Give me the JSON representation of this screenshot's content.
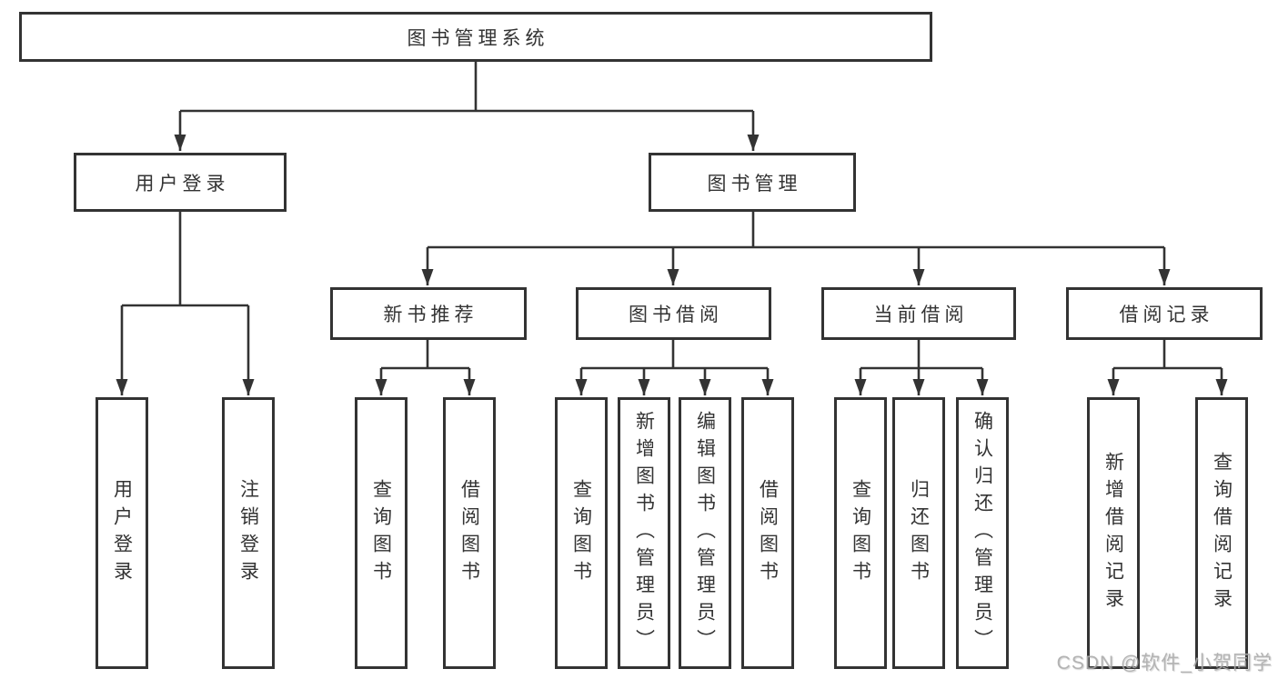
{
  "diagram": {
    "root": {
      "label": "图书管理系统",
      "children": [
        {
          "label": "用户登录",
          "children": [
            {
              "label": "用户登录"
            },
            {
              "label": "注销登录"
            }
          ]
        },
        {
          "label": "图书管理",
          "children": [
            {
              "label": "新书推荐",
              "children": [
                {
                  "label": "查询图书"
                },
                {
                  "label": "借阅图书"
                }
              ]
            },
            {
              "label": "图书借阅",
              "children": [
                {
                  "label": "查询图书"
                },
                {
                  "label": "新增图书（管理员）"
                },
                {
                  "label": "编辑图书（管理员）"
                },
                {
                  "label": "借阅图书"
                }
              ]
            },
            {
              "label": "当前借阅",
              "children": [
                {
                  "label": "查询图书"
                },
                {
                  "label": "归还图书"
                },
                {
                  "label": "确认归还（管理员）"
                }
              ]
            },
            {
              "label": "借阅记录",
              "children": [
                {
                  "label": "新增借阅记录"
                },
                {
                  "label": "查询借阅记录"
                }
              ]
            }
          ]
        }
      ]
    },
    "watermark": "CSDN @软件_小贺同学",
    "colors": {
      "line": "#333333",
      "box_border": "#333333",
      "text": "#333333",
      "watermark": "#ababab"
    }
  }
}
